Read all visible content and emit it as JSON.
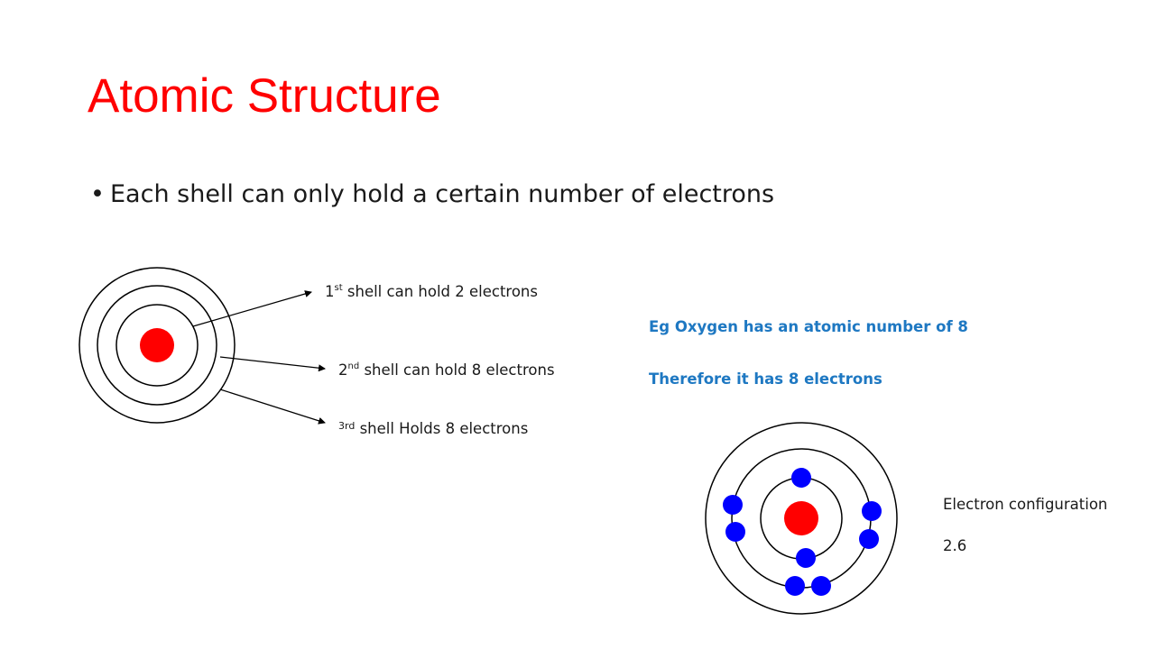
{
  "slide": {
    "title": "Atomic Structure",
    "bullet": "Each shell can only hold a certain number of electrons"
  },
  "shell_labels": {
    "first": {
      "ordinal": "1",
      "suffix": "st",
      "text": "shell can hold 2 electrons"
    },
    "second": {
      "ordinal": "2",
      "suffix": "nd",
      "text": "shell can hold 8 electrons"
    },
    "third": {
      "prefix": "3rd",
      "text": "shell Holds 8 electrons"
    }
  },
  "example": {
    "line1": "Eg Oxygen has an atomic number of 8",
    "line2": "Therefore it has 8 electrons"
  },
  "configuration": {
    "label": "Electron configuration",
    "value": "2.6"
  },
  "colors": {
    "nucleus": "#ff0000",
    "electron": "#0000ff",
    "title": "#ff0000",
    "info_text": "#1e78c2"
  },
  "icons": {
    "shell_diagram": "atom-shells",
    "oxygen_diagram": "oxygen-atom"
  }
}
